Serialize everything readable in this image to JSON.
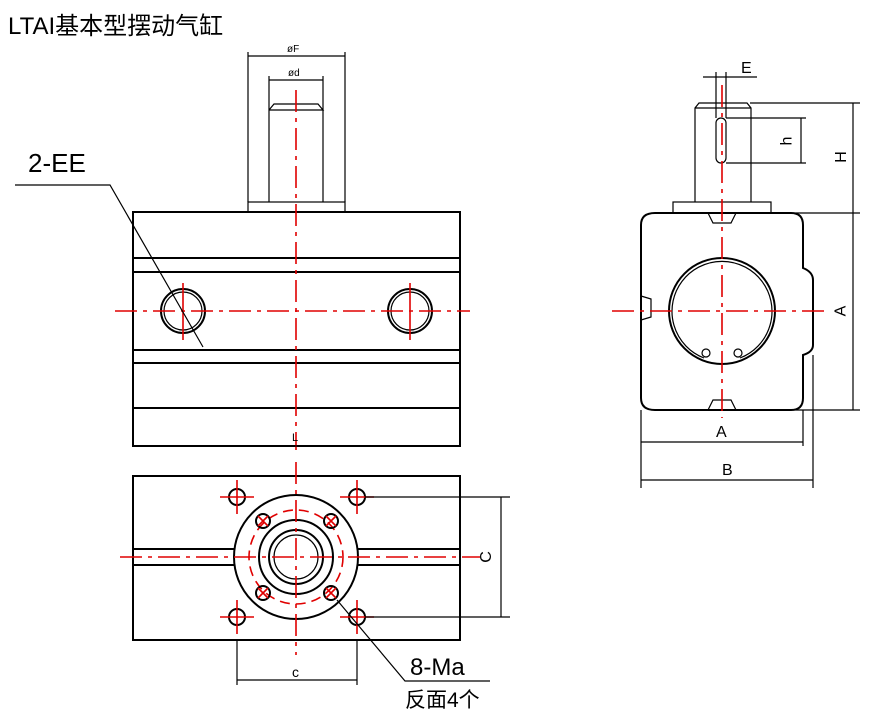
{
  "title": "LTAI基本型摆动气缸",
  "labels": {
    "ports": "2-EE",
    "phiF": "øF",
    "phid": "ød",
    "L": "L",
    "E": "E",
    "h": "h",
    "H": "H",
    "A_side": "A",
    "A_bottom": "A",
    "B": "B",
    "C": "C",
    "c": "c",
    "holes": "8-Ma",
    "holes_note": "反面4个"
  },
  "colors": {
    "line": "#000000",
    "centerline": "#e00000"
  }
}
